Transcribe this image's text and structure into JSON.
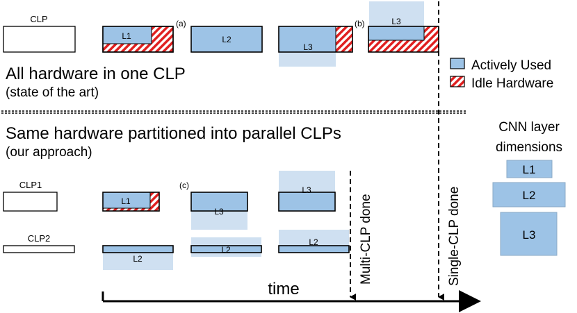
{
  "clp_labels": {
    "clp": "CLP",
    "clp1": "CLP1",
    "clp2": "CLP2"
  },
  "layers": {
    "l1": "L1",
    "l2": "L2",
    "l3": "L3"
  },
  "markers": {
    "a": "(a)",
    "b": "(b)",
    "c": "(c)"
  },
  "top_section": {
    "title": "All hardware in one CLP",
    "subtitle": "(state of the art)"
  },
  "bottom_section": {
    "title": "Same hardware partitioned into parallel CLPs",
    "subtitle": "(our approach)"
  },
  "legend": {
    "active": "Actively Used",
    "idle": "Idle Hardware"
  },
  "cnn_dims": {
    "title_line1": "CNN layer",
    "title_line2": "dimensions",
    "l1": "L1",
    "l2": "L2",
    "l3": "L3"
  },
  "timeline": {
    "time_label": "time",
    "multi_done": "Multi-CLP done",
    "single_done": "Single-CLP done"
  },
  "colors": {
    "active": "#9dc3e6",
    "faded": "#cfe0f1",
    "idle_hatch": "#e02020"
  }
}
